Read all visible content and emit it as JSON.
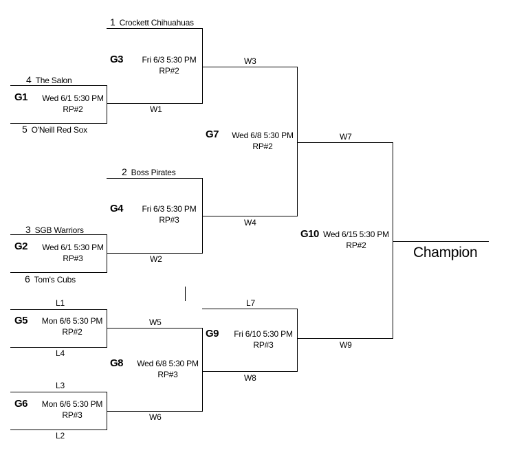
{
  "games": {
    "g1": {
      "id": "G1",
      "time": "Wed 6/1  5:30 PM",
      "field": "RP#2"
    },
    "g2": {
      "id": "G2",
      "time": "Wed 6/1  5:30 PM",
      "field": "RP#3"
    },
    "g3": {
      "id": "G3",
      "time": "Fri 6/3  5:30 PM",
      "field": "RP#2"
    },
    "g4": {
      "id": "G4",
      "time": "Fri 6/3  5:30 PM",
      "field": "RP#3"
    },
    "g5": {
      "id": "G5",
      "time": "Mon 6/6  5:30 PM",
      "field": "RP#2"
    },
    "g6": {
      "id": "G6",
      "time": "Mon 6/6  5:30 PM",
      "field": "RP#3"
    },
    "g7": {
      "id": "G7",
      "time": "Wed 6/8  5:30 PM",
      "field": "RP#2"
    },
    "g8": {
      "id": "G8",
      "time": "Wed 6/8  5:30 PM",
      "field": "RP#3"
    },
    "g9": {
      "id": "G9",
      "time": "Fri 6/10  5:30 PM",
      "field": "RP#3"
    },
    "g10": {
      "id": "G10",
      "time": "Wed 6/15  5:30 PM",
      "field": "RP#2"
    }
  },
  "teams": {
    "t1": {
      "seed": "1",
      "name": "Crockett Chihuahuas"
    },
    "t2": {
      "seed": "2",
      "name": "Boss Pirates"
    },
    "t3": {
      "seed": "3",
      "name": "SGB Warriors"
    },
    "t4": {
      "seed": "4",
      "name": "The Salon"
    },
    "t5": {
      "seed": "5",
      "name": "O'Neill Red Sox"
    },
    "t6": {
      "seed": "6",
      "name": "Tom's Cubs"
    }
  },
  "slots": {
    "w1": "W1",
    "w2": "W2",
    "w3": "W3",
    "w4": "W4",
    "w5": "W5",
    "w6": "W6",
    "w7": "W7",
    "w8": "W8",
    "w9": "W9",
    "l1": "L1",
    "l2": "L2",
    "l3": "L3",
    "l4": "L4",
    "l7": "L7"
  },
  "champion_label": "Champion"
}
